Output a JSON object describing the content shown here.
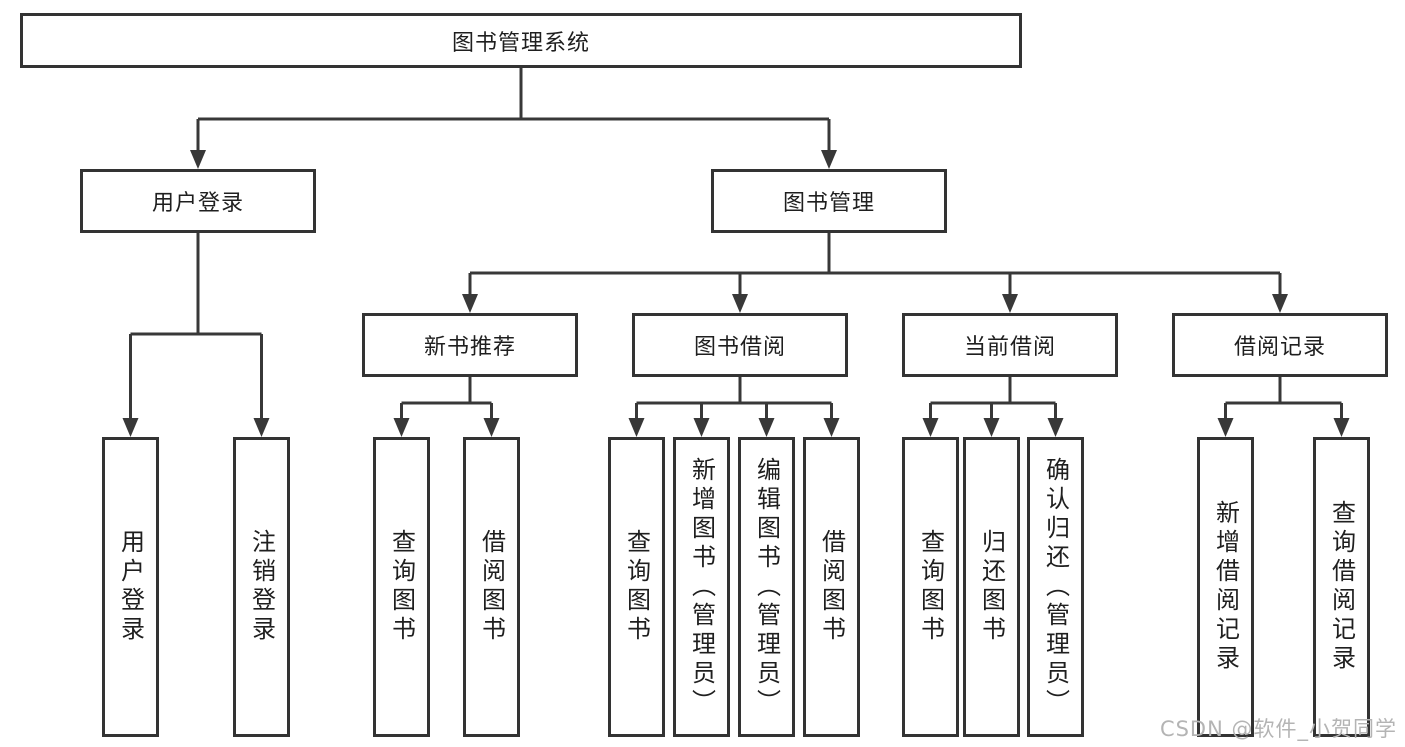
{
  "diagram": {
    "type": "hierarchy-tree",
    "title": "图书管理系统"
  },
  "nodes": {
    "root": {
      "label": "图书管理系统"
    },
    "level2": {
      "user_login": {
        "label": "用户登录",
        "parent": "root"
      },
      "book_management": {
        "label": "图书管理",
        "parent": "root"
      }
    },
    "level3": {
      "new_book_recommend": {
        "label": "新书推荐",
        "parent": "book_management"
      },
      "book_borrowing": {
        "label": "图书借阅",
        "parent": "book_management"
      },
      "current_borrowing": {
        "label": "当前借阅",
        "parent": "book_management"
      },
      "borrowing_records": {
        "label": "借阅记录",
        "parent": "book_management"
      }
    },
    "leaves": {
      "user_login_leaf": {
        "label": "用户登录",
        "parent": "user_login"
      },
      "logout": {
        "label": "注销登录",
        "parent": "user_login"
      },
      "query_books_1": {
        "label": "查询图书",
        "parent": "new_book_recommend"
      },
      "borrow_books_1": {
        "label": "借阅图书",
        "parent": "new_book_recommend"
      },
      "query_books_2": {
        "label": "查询图书",
        "parent": "book_borrowing"
      },
      "add_book_admin": {
        "label": "新增图书（管理员）",
        "parent": "book_borrowing"
      },
      "edit_book_admin": {
        "label": "编辑图书（管理员）",
        "parent": "book_borrowing"
      },
      "borrow_books_2": {
        "label": "借阅图书",
        "parent": "book_borrowing"
      },
      "query_books_3": {
        "label": "查询图书",
        "parent": "current_borrowing"
      },
      "return_books": {
        "label": "归还图书",
        "parent": "current_borrowing"
      },
      "confirm_return_admin": {
        "label": "确认归还（管理员）",
        "parent": "current_borrowing"
      },
      "add_borrow_record": {
        "label": "新增借阅记录",
        "parent": "borrowing_records"
      },
      "query_borrow_record": {
        "label": "查询借阅记录",
        "parent": "borrowing_records"
      }
    }
  },
  "watermark": {
    "text": "CSDN @软件_小贺同学"
  },
  "colors": {
    "line": "#383838",
    "box_border": "#333333",
    "text": "#1f1f1f",
    "background": "#ffffff",
    "watermark": "#b4b4b4"
  }
}
